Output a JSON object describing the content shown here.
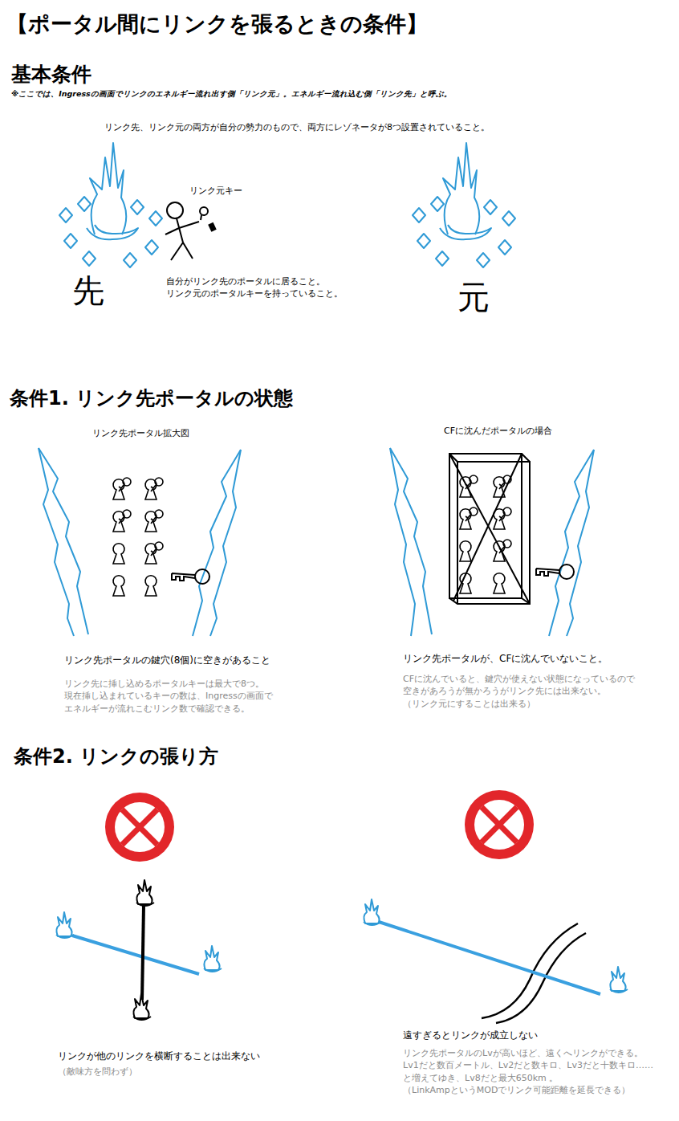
{
  "diagram": {
    "title": "【ポータル間にリンクを張るときの条件】",
    "labels": [
      "基本条件",
      "※ここでは、Ingressの画面でリンクのエネルギー流れ出す側「リンク元」。エネルギー流れ込む側「リンク先」と呼ぶ。",
      "リンク先、リンク元の両方が自分の勢力のもので、両方にレゾネータが8つ設置されていること。",
      "リンク元キー",
      "自分がリンク先のポータルに居ること。 リンク元のポータルキーを持っていること。",
      "先",
      "元",
      "条件1. リンク先ポータルの状態",
      "リンク先ポータル拡大図",
      "CFに沈んだポータルの場合",
      "リンク先ポータルの鍵穴(8個)に空きがあること",
      "リンク先に挿し込めるポータルキーは最大で8つ。 現在挿し込まれているキーの数は、Ingressの画面で エネルギーが流れこむリンク数で確認できる。",
      "リンク先ポータルが、CFに沈んでいないこと。",
      "CFに沈んでいると、鍵穴が使えない状態になっているので 空きがあろうが無かろうがリンク先には出来ない。 （リンク元にすることは出来る）",
      "条件2. リンクの張り方",
      "リンクが他のリンクを横断することは出来ない",
      "（敵味方を問わず）",
      "遠すぎるとリンクが成立しない",
      "リンク先ポータルのLvが高いほど、遠くへリンクができる。 Lv1だと数百メートル、Lv2だと数キロ、Lv3だと十数キロ…… と増えてゆき、Lv8だと最大650km 。 （LinkAmpというMODでリンク可能距離を延長できる）"
    ]
  }
}
